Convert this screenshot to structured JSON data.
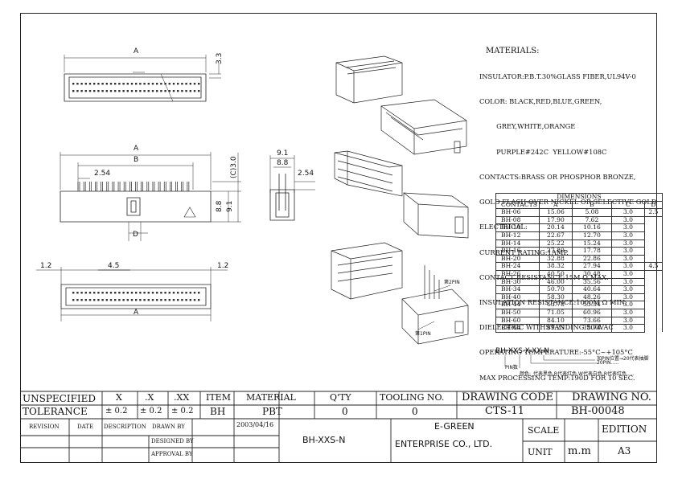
{
  "materials": {
    "heading": "MATERIALS:",
    "lines": [
      "INSULATOR:P.B.T.30%GLASS FIBER,UL94V-0",
      "COLOR: BLACK,RED,BLUE,GREEN,",
      "        GREY,WHITE,ORANGE",
      "        PURPLE#242C  YELLOW#108C",
      "CONTACTS:BRASS OR PHOSPHOR BRONZE,",
      "GOLD FLASH OVER NICKEL OR SELECTIVE GOLD",
      "ELECTRICAL:",
      "CURRENT RATING:1AMP.",
      "CONTACT RESISTANCE:15M Ω MAX.",
      "INSULATION RESISTANCE:1000M Ω MIN.",
      "DIELECTRIC WITHSTANDING:500VAC",
      "OPERATING TEMPERATURE:-55°C~+105°C",
      "MAX PROCESSING TEMP:190D FOR 10 SEC."
    ]
  },
  "dimensions": {
    "title": "DIMENSIONS",
    "headers": [
      "CONTACTS",
      "A",
      "B",
      "C",
      "D"
    ],
    "rows": [
      [
        "BH-06",
        "15.06",
        "5.08",
        "3.0",
        "2.5"
      ],
      [
        "BH-08",
        "17.90",
        "7.62",
        "3.0",
        ""
      ],
      [
        "BH-10",
        "20.14",
        "10.16",
        "3.0",
        ""
      ],
      [
        "BH-12",
        "22.67",
        "12.70",
        "3.0",
        ""
      ],
      [
        "BH-14",
        "25.22",
        "15.24",
        "3.0",
        ""
      ],
      [
        "BH-16",
        "27.80",
        "17.78",
        "3.0",
        ""
      ],
      [
        "BH-20",
        "32.88",
        "22.86",
        "3.0",
        ""
      ],
      [
        "BH-24",
        "38.32",
        "27.94",
        "3.0",
        "4.5"
      ],
      [
        "BH-26",
        "40.50",
        "30.48",
        "3.0",
        ""
      ],
      [
        "BH-30",
        "46.00",
        "35.56",
        "3.0",
        ""
      ],
      [
        "BH-34",
        "50.70",
        "40.64",
        "3.0",
        ""
      ],
      [
        "BH-40",
        "58.30",
        "48.26",
        "3.0",
        ""
      ],
      [
        "BH-44",
        "63.78",
        "53.34",
        "3.0",
        ""
      ],
      [
        "BH-50",
        "71.05",
        "60.96",
        "3.0",
        ""
      ],
      [
        "BH-60",
        "84.10",
        "73.66",
        "3.0",
        ""
      ],
      [
        "BH-64",
        "89.25",
        "78.74",
        "3.0",
        ""
      ]
    ]
  },
  "drawing_labels": {
    "top_a": "A",
    "top_h": "3.3",
    "side_a": "A",
    "side_b": "B",
    "pitch": "2.54",
    "c_dim": "(C)3.0",
    "h88": "8.8",
    "h91": "9.1",
    "d": "D",
    "end_91": "9.1",
    "end_88": "8.8",
    "end_254": "2.54",
    "bot_12a": "1.2",
    "bot_45": "4.5",
    "bot_12b": "1.2",
    "bot_a": "A",
    "pin2": "第2PIN",
    "pin1": "第1PIN"
  },
  "part_code": {
    "code": "BH-XXS-X-XX-N",
    "note1": "加PIN位置→20代表抽脚",
    "note2": "20PIN.....",
    "note3": "PIN数",
    "note4": "颜色:_代表黑色,R代表红色,W代表白色,R代表红色....."
  },
  "title_block": {
    "unspecified": "UNSPECIFIED",
    "tolerance": "TOLERANCE",
    "x": "X",
    "x1": ".X",
    "x2": ".XX",
    "tx": "± 0.2",
    "tx1": "± 0.2",
    "tx2": "± 0.2",
    "item": "ITEM",
    "item_val": "BH",
    "material": "MATERIAL",
    "material_val": "PBT",
    "qty": "Q'TY",
    "qty_val": "0",
    "tooling": "TOOLING NO.",
    "tooling_val": "0",
    "drawing_code": "DRAWING CODE",
    "drawing_code_val": "CTS-11",
    "drawing_no": "DRAWING NO.",
    "drawing_no_val": "BH-00048",
    "revision": "REVISION",
    "date": "DATE",
    "description": "DESCRIPTION",
    "drawn_by": "DRAWN BY",
    "designed_by": "DESIGNED BY",
    "approval_by": "APPROVAL BY",
    "date_val": "2003/04/16",
    "part": "BH-XXS-N",
    "company1": "E-GREEN",
    "company2": "ENTERPRISE CO., LTD.",
    "scale": "SCALE",
    "unit": "UNIT",
    "unit_val": "m.m",
    "edition": "EDITION",
    "size": "A3"
  }
}
